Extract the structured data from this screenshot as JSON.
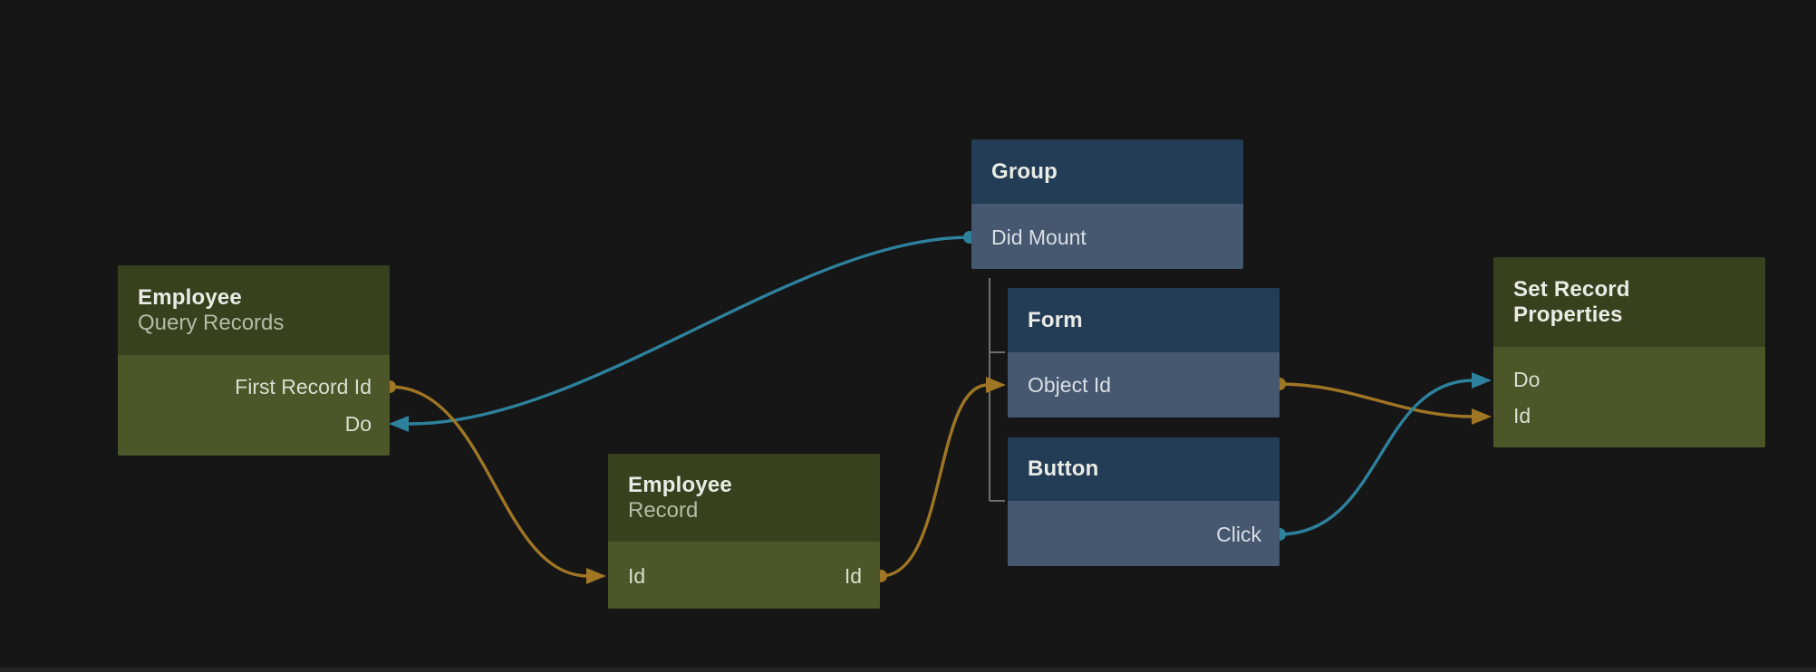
{
  "colors": {
    "background": "#161616",
    "bottom_strip": "#242424",
    "signal_teal": "#2e819c",
    "data_orange": "#9e7624",
    "tree_line": "#6f6f6f",
    "green_header": "#37411e",
    "green_body": "#4c5629",
    "blue_header": "#243d56",
    "blue_body": "#46586f"
  },
  "nodes": {
    "employee_query": {
      "title": "Employee",
      "subtitle": "Query Records",
      "ports": {
        "first_record_id": "First Record Id",
        "do": "Do"
      }
    },
    "group": {
      "title": "Group",
      "ports": {
        "did_mount": "Did Mount"
      }
    },
    "form": {
      "title": "Form",
      "ports": {
        "object_id": "Object Id"
      }
    },
    "button": {
      "title": "Button",
      "ports": {
        "click": "Click"
      }
    },
    "employee_record": {
      "title": "Employee",
      "subtitle": "Record",
      "ports": {
        "id_in": "Id",
        "id_out": "Id"
      }
    },
    "set_record_properties": {
      "title": "Set Record Properties",
      "ports": {
        "do": "Do",
        "id": "Id"
      }
    }
  }
}
